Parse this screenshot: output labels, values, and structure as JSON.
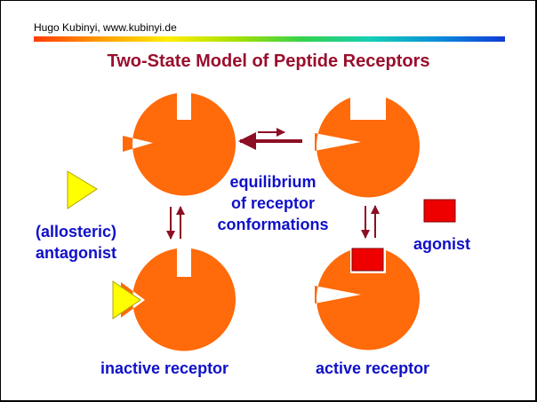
{
  "header": {
    "author": "Hugo Kubinyi, www.kubinyi.de",
    "title": "Two-State Model of Peptide Receptors"
  },
  "labels": {
    "equilibrium": [
      "equilibrium",
      "of receptor",
      "conformations"
    ],
    "antagonist": [
      "(allosteric)",
      "antagonist"
    ],
    "agonist": "agonist",
    "inactive_receptor": "inactive receptor",
    "active_receptor": "active receptor"
  },
  "colors": {
    "receptor": "#ff6a0a",
    "arrow": "#8c0f25",
    "antagonist": "#ffff00",
    "agonist": "#ee0000",
    "label": "#1010c8",
    "title": "#9a0f2d"
  }
}
